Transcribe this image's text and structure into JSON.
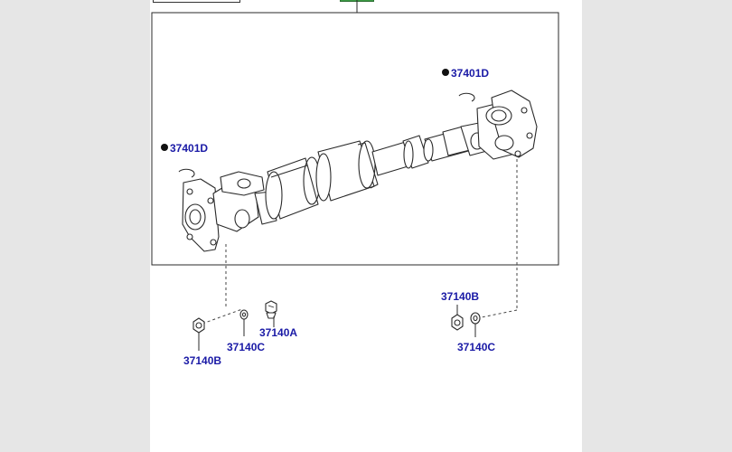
{
  "diagram": {
    "labels": {
      "snap_ring_left": "37401D",
      "snap_ring_right": "37401D",
      "nut_left": "37140B",
      "washer_left": "37140C",
      "bolt_left": "37140A",
      "nut_right": "37140B",
      "washer_right": "37140C"
    },
    "colors": {
      "label": "#1a1aa6",
      "highlight_marker": "#3c9a45"
    },
    "icons": {
      "bullet": "filled-circle"
    }
  }
}
